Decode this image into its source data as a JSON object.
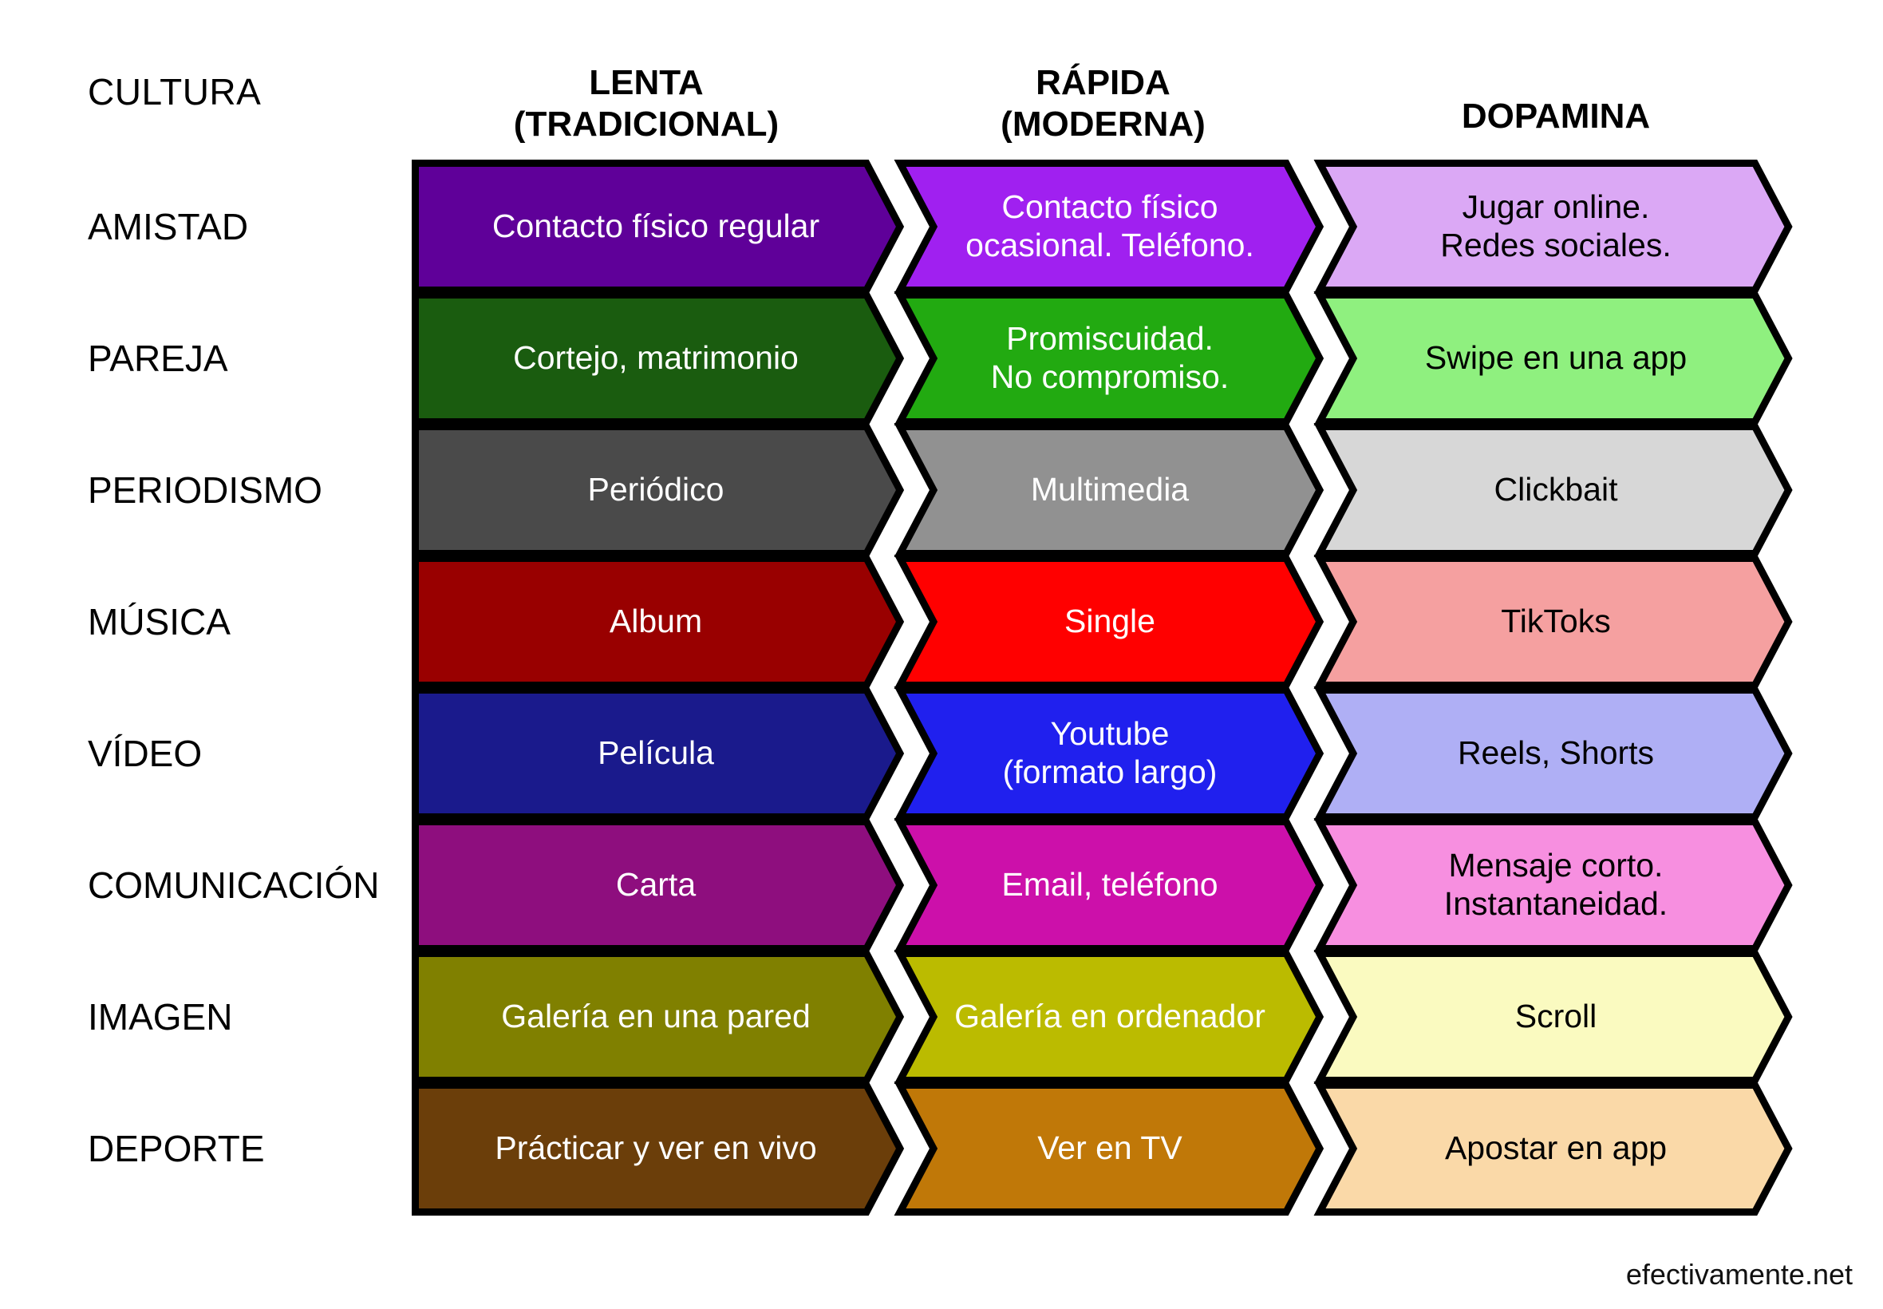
{
  "header": {
    "corner_label": "CULTURA",
    "columns": [
      {
        "name": "col-lenta",
        "line1": "LENTA",
        "line2": "(TRADICIONAL)"
      },
      {
        "name": "col-rapida",
        "line1": "RÁPIDA",
        "line2": "(MODERNA)"
      },
      {
        "name": "col-dopamina",
        "line1": "DOPAMINA",
        "line2": ""
      }
    ]
  },
  "watermark": "efectivamente.net",
  "chart_data": {
    "type": "table",
    "title": "CULTURA",
    "columns": [
      "LENTA (TRADICIONAL)",
      "RÁPIDA (MODERNA)",
      "DOPAMINA"
    ],
    "rows": [
      {
        "label": "AMISTAD",
        "cells": [
          {
            "lines": [
              "Contacto físico regular"
            ],
            "fill": "#5F0099",
            "text_color": "#ffffff"
          },
          {
            "lines": [
              "Contacto físico",
              "ocasional. Teléfono."
            ],
            "fill": "#A020F0",
            "text_color": "#ffffff"
          },
          {
            "lines": [
              "Jugar online.",
              "Redes sociales."
            ],
            "fill": "#DBA8F5",
            "text_color": "#000000"
          }
        ]
      },
      {
        "label": "PAREJA",
        "cells": [
          {
            "lines": [
              "Cortejo, matrimonio"
            ],
            "fill": "#1A5C0F",
            "text_color": "#ffffff"
          },
          {
            "lines": [
              "Promiscuidad.",
              "No compromiso."
            ],
            "fill": "#22AA11",
            "text_color": "#ffffff"
          },
          {
            "lines": [
              "Swipe en una app"
            ],
            "fill": "#8FF07F",
            "text_color": "#000000"
          }
        ]
      },
      {
        "label": "PERIODISMO",
        "cells": [
          {
            "lines": [
              "Periódico"
            ],
            "fill": "#4A4A4A",
            "text_color": "#ffffff"
          },
          {
            "lines": [
              "Multimedia"
            ],
            "fill": "#919191",
            "text_color": "#ffffff"
          },
          {
            "lines": [
              "Clickbait"
            ],
            "fill": "#D7D7D7",
            "text_color": "#000000"
          }
        ]
      },
      {
        "label": "MÚSICA",
        "cells": [
          {
            "lines": [
              "Album"
            ],
            "fill": "#990000",
            "text_color": "#ffffff"
          },
          {
            "lines": [
              "Single"
            ],
            "fill": "#FF0000",
            "text_color": "#ffffff"
          },
          {
            "lines": [
              "TikToks"
            ],
            "fill": "#F5A0A0",
            "text_color": "#000000"
          }
        ]
      },
      {
        "label": "VÍDEO",
        "cells": [
          {
            "lines": [
              "Película"
            ],
            "fill": "#1A1A8C",
            "text_color": "#ffffff"
          },
          {
            "lines": [
              "Youtube",
              "(formato largo)"
            ],
            "fill": "#2020EE",
            "text_color": "#ffffff"
          },
          {
            "lines": [
              "Reels, Shorts"
            ],
            "fill": "#AFAFF5",
            "text_color": "#000000"
          }
        ]
      },
      {
        "label": "COMUNICACIÓN",
        "cells": [
          {
            "lines": [
              "Carta"
            ],
            "fill": "#8E0E7E",
            "text_color": "#ffffff"
          },
          {
            "lines": [
              "Email, teléfono"
            ],
            "fill": "#CC10AA",
            "text_color": "#ffffff"
          },
          {
            "lines": [
              "Mensaje corto.",
              "Instantaneidad."
            ],
            "fill": "#F78FE0",
            "text_color": "#000000"
          }
        ]
      },
      {
        "label": "IMAGEN",
        "cells": [
          {
            "lines": [
              "Galería en una pared"
            ],
            "fill": "#808000",
            "text_color": "#ffffff"
          },
          {
            "lines": [
              "Galería en ordenador"
            ],
            "fill": "#BBBB00",
            "text_color": "#ffffff"
          },
          {
            "lines": [
              "Scroll"
            ],
            "fill": "#FAFAC0",
            "text_color": "#000000"
          }
        ]
      },
      {
        "label": "DEPORTE",
        "cells": [
          {
            "lines": [
              "Prácticar y ver en vivo"
            ],
            "fill": "#6B3E0A",
            "text_color": "#ffffff"
          },
          {
            "lines": [
              "Ver en TV"
            ],
            "fill": "#C07808",
            "text_color": "#ffffff"
          },
          {
            "lines": [
              "Apostar en app"
            ],
            "fill": "#FAD9A8",
            "text_color": "#000000"
          }
        ]
      }
    ],
    "outline_color": "#000000",
    "background": "#ffffff",
    "legend": null,
    "grid": false
  }
}
